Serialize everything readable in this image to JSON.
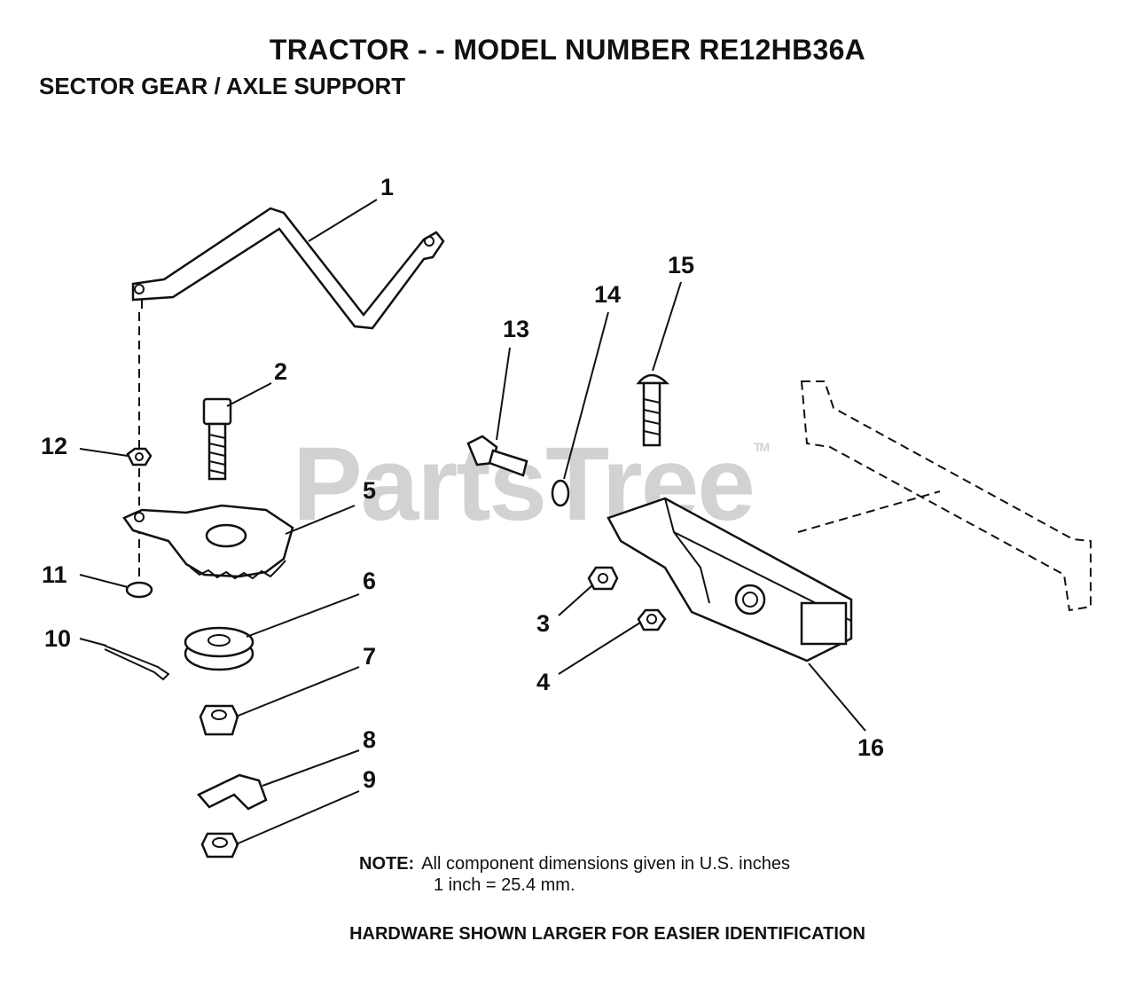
{
  "header": {
    "title": "TRACTOR - - MODEL NUMBER RE12HB36A",
    "subtitle": "SECTOR GEAR / AXLE SUPPORT"
  },
  "watermark": {
    "text": "PartsTree",
    "mark": "TM"
  },
  "callouts": [
    "1",
    "2",
    "3",
    "4",
    "5",
    "6",
    "7",
    "8",
    "9",
    "10",
    "11",
    "12",
    "13",
    "14",
    "15",
    "16"
  ],
  "note": {
    "label": "NOTE:",
    "line1": "All component dimensions given in U.S. inches",
    "line2": "1 inch = 25.4 mm."
  },
  "footer": "HARDWARE SHOWN LARGER FOR EASIER IDENTIFICATION"
}
